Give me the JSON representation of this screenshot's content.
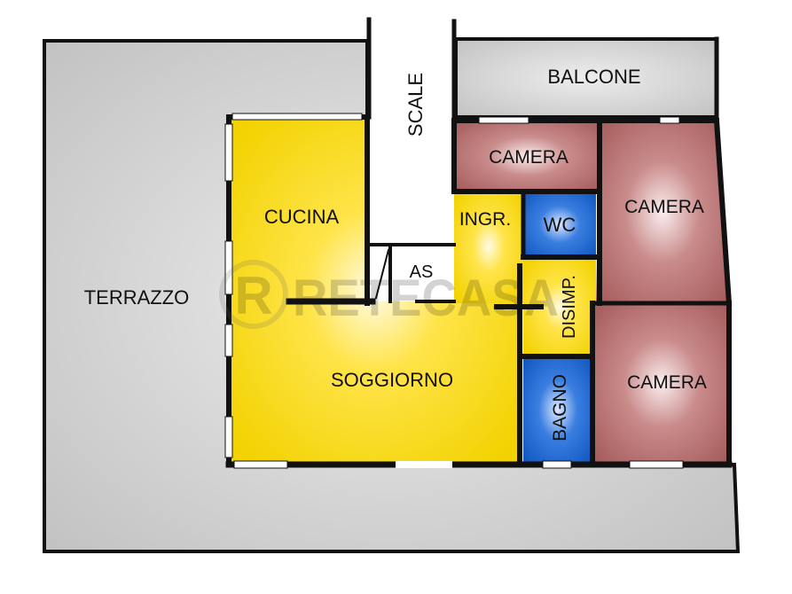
{
  "plan": {
    "rooms": {
      "terrazzo": "TERRAZZO",
      "balcone": "BALCONE",
      "scale": "SCALE",
      "cucina": "CUCINA",
      "soggiorno": "SOGGIORNO",
      "ingresso": "INGR.",
      "wc": "WC",
      "as": "AS",
      "disimpegno": "DISIMP.",
      "bagno": "BAGNO",
      "camera_top": "CAMERA",
      "camera_right": "CAMERA",
      "camera_bottom": "CAMERA"
    },
    "watermark": "RETECASA",
    "colors": {
      "terrace": "#c4c4c4",
      "living": "#f5d800",
      "bedroom": "#b06a6a",
      "bath": "#1560c8",
      "wall": "#111111"
    }
  }
}
